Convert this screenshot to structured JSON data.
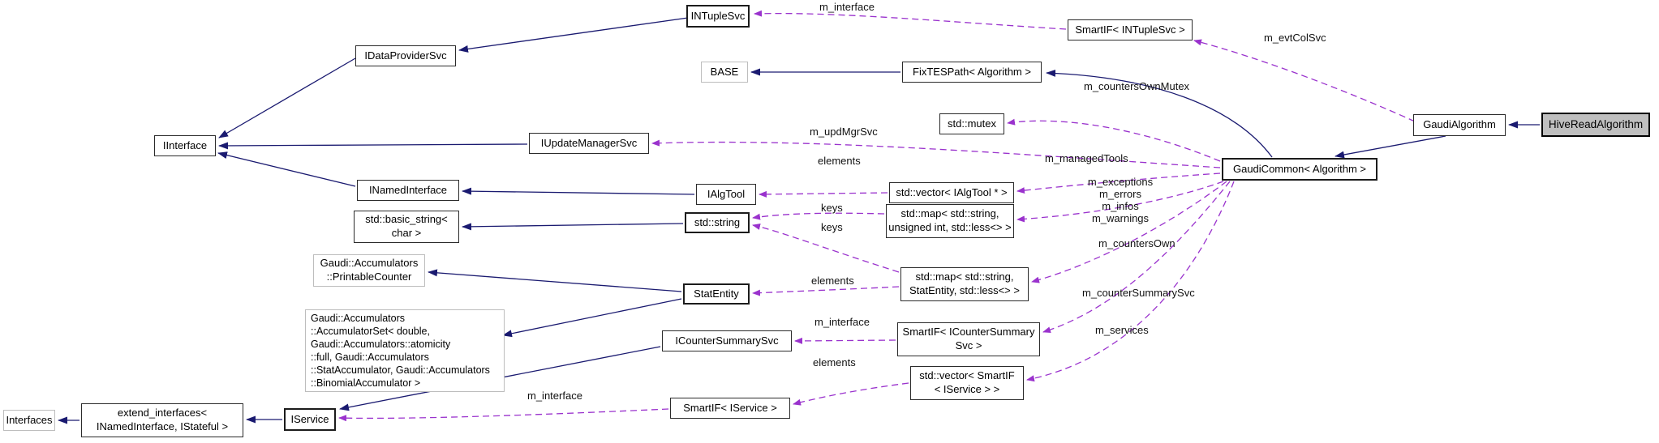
{
  "diagram": {
    "kind": "collaboration-class-diagram",
    "target_class": "HiveReadAlgorithm",
    "colors": {
      "inheritance_edge": "#1a1a70",
      "usage_edge": "#9a32cd",
      "node_background": "#ffffff",
      "target_node_background": "#bfbfbf",
      "node_border": "#2b2b2b",
      "undocumented_node_border": "#bdbdbd"
    },
    "nodes": [
      {
        "id": "intuplesvc",
        "label": "INTupleSvc"
      },
      {
        "id": "smartif-intuplesvc",
        "label": "SmartIF< INTupleSvc >"
      },
      {
        "id": "idataprovidersvc",
        "label": "IDataProviderSvc"
      },
      {
        "id": "base",
        "label": "BASE"
      },
      {
        "id": "fixtespath-algorithm",
        "label": "FixTESPath< Algorithm >"
      },
      {
        "id": "std-mutex",
        "label": "std::mutex"
      },
      {
        "id": "gaudialgorithm",
        "label": "GaudiAlgorithm"
      },
      {
        "id": "hivereadalgorithm",
        "label": "HiveReadAlgorithm"
      },
      {
        "id": "iinterface",
        "label": "IInterface"
      },
      {
        "id": "iupdatemanagersvc",
        "label": "IUpdateManagerSvc"
      },
      {
        "id": "gaudicommon-algorithm",
        "label": "GaudiCommon< Algorithm >"
      },
      {
        "id": "inamedinterface",
        "label": "INamedInterface"
      },
      {
        "id": "ialgtool",
        "label": "IAlgTool"
      },
      {
        "id": "vector-ialgtool",
        "label": "std::vector< IAlgTool * >"
      },
      {
        "id": "basic-string",
        "label": "std::basic_string<\nchar >"
      },
      {
        "id": "std-string",
        "label": "std::string"
      },
      {
        "id": "map-string-uint",
        "label": "std::map< std::string,\nunsigned int, std::less<> >"
      },
      {
        "id": "printable-counter",
        "label": "Gaudi::Accumulators\n::PrintableCounter"
      },
      {
        "id": "map-string-statentity",
        "label": "std::map< std::string,\nStatEntity, std::less<> >"
      },
      {
        "id": "statentity",
        "label": "StatEntity"
      },
      {
        "id": "accumulator-set",
        "label": "Gaudi::Accumulators\n::AccumulatorSet< double,\n Gaudi::Accumulators::atomicity\n::full, Gaudi::Accumulators\n::StatAccumulator, Gaudi::Accumulators\n::BinomialAccumulator >"
      },
      {
        "id": "icountersummarysvc",
        "label": "ICounterSummarySvc"
      },
      {
        "id": "smartif-icountersummarysvc",
        "label": "SmartIF< ICounterSummary\nSvc >"
      },
      {
        "id": "vector-smartif-iservice",
        "label": "std::vector< SmartIF\n< IService > >"
      },
      {
        "id": "smartif-iservice",
        "label": "SmartIF< IService >"
      },
      {
        "id": "interfaces",
        "label": "Interfaces"
      },
      {
        "id": "extend-interfaces",
        "label": "extend_interfaces<\nINamedInterface, IStateful >"
      },
      {
        "id": "iservice",
        "label": "IService"
      }
    ],
    "edge_labels": [
      {
        "id": "m-interface-intuple",
        "text": "m_interface"
      },
      {
        "id": "m-evtcolsvc",
        "text": "m_evtColSvc"
      },
      {
        "id": "m-countersownmutex",
        "text": "m_countersOwnMutex"
      },
      {
        "id": "m-updmgrsvc",
        "text": "m_updMgrSvc"
      },
      {
        "id": "elements-ialgtool",
        "text": "elements"
      },
      {
        "id": "m-managedtools",
        "text": "m_managedTools"
      },
      {
        "id": "m-message-counters",
        "text": "m_exceptions\nm_errors\nm_infos\nm_warnings"
      },
      {
        "id": "keys-1",
        "text": "keys"
      },
      {
        "id": "keys-2",
        "text": "keys"
      },
      {
        "id": "m-countersown",
        "text": "m_countersOwn"
      },
      {
        "id": "elements-statentity",
        "text": "elements"
      },
      {
        "id": "m-countersummarysvc",
        "text": "m_counterSummarySvc"
      },
      {
        "id": "m-interface-counter",
        "text": "m_interface"
      },
      {
        "id": "m-services",
        "text": "m_services"
      },
      {
        "id": "elements-iservice",
        "text": "elements"
      },
      {
        "id": "m-interface-iservice",
        "text": "m_interface"
      }
    ]
  }
}
